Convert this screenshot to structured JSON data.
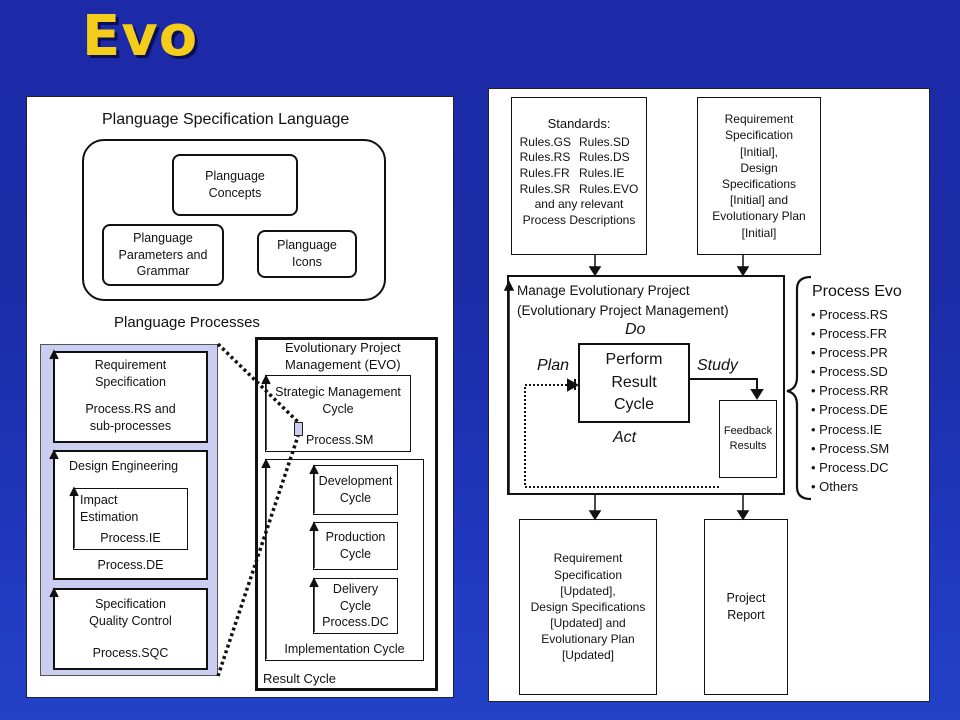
{
  "slide": {
    "title": "Evo"
  },
  "left": {
    "spec_lang_title": "Planguage Specification Language",
    "concepts": "Planguage\nConcepts",
    "params": "Planguage\nParameters and\nGrammar",
    "icons": "Planguage\nIcons",
    "processes_title": "Planguage Processes",
    "req_spec": "Requirement\nSpecification",
    "req_spec_proc": "Process.RS and\nsub-processes",
    "design_eng": "Design Engineering",
    "impact": "Impact\nEstimation",
    "impact_proc": "Process.IE",
    "design_proc": "Process.DE",
    "sqc": "Specification\nQuality Control",
    "sqc_proc": "Process.SQC",
    "evo_title": "Evolutionary Project\nManagement (EVO)",
    "strategic": "Strategic Management\nCycle",
    "strategic_proc": "Process.SM",
    "development": "Development\nCycle",
    "production": "Production\nCycle",
    "delivery": "Delivery\nCycle",
    "delivery_proc": "Process.DC",
    "implementation": "Implementation Cycle",
    "result_cycle": "Result Cycle"
  },
  "right": {
    "standards_title": "Standards:",
    "standards_rules": [
      [
        "Rules.GS",
        "Rules.SD"
      ],
      [
        "Rules.RS",
        "Rules.DS"
      ],
      [
        "Rules.FR",
        "Rules.IE"
      ],
      [
        "Rules.SR",
        "Rules.EVO"
      ]
    ],
    "standards_footer": "and any relevant\nProcess Descriptions",
    "req_initial": "Requirement\nSpecification\n[Initial],\nDesign\nSpecifications\n[Initial] and\nEvolutionary Plan\n[Initial]",
    "manage_title": "Manage Evolutionary Project\n(Evolutionary Project Management)",
    "do": "Do",
    "plan": "Plan",
    "study": "Study",
    "act": "Act",
    "perform": "Perform\nResult\nCycle",
    "feedback": "Feedback\nResults",
    "req_updated": "Requirement\nSpecification\n[Updated],\nDesign Specifications\n[Updated] and\nEvolutionary Plan\n[Updated]",
    "project_report": "Project\nReport",
    "process_evo_title": "Process Evo",
    "process_evo_items": [
      "Process.RS",
      "Process.FR",
      "Process.PR",
      "Process.SD",
      "Process.RR",
      "Process.DE",
      "Process.IE",
      "Process.SM",
      "Process.DC",
      "Others"
    ]
  }
}
